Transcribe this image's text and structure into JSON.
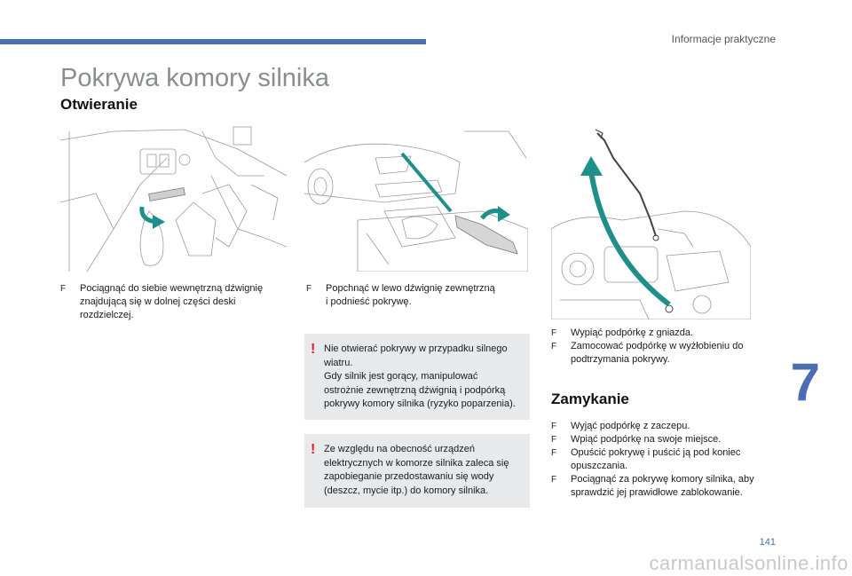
{
  "header": {
    "section": "Informacje praktyczne"
  },
  "page": {
    "title": "Pokrywa komory silnika",
    "number": "141",
    "chapter": "7"
  },
  "opening": {
    "heading": "Otwieranie",
    "step1": {
      "lines": [
        "Pociągnąć do siebie wewnętrzną dźwignię",
        "znajdującą się w dolnej części deski",
        "rozdzielczej."
      ]
    },
    "step2": {
      "lines": [
        "Popchnąć w lewo dźwignię zewnętrzną",
        "i podnieść pokrywę."
      ]
    },
    "step3": {
      "lines": [
        "Wypiąć podpórkę z gniazda."
      ]
    },
    "step4": {
      "lines": [
        "Zamocować podpórkę w wyżłobieniu do",
        "podtrzymania pokrywy."
      ]
    },
    "warning1": {
      "lines": [
        "Nie otwierać pokrywy w przypadku silnego",
        "wiatru.",
        "Gdy silnik jest gorący, manipulować",
        "ostrożnie zewnętrzną dźwignią i podpórką",
        "pokrywy komory silnika (ryzyko poparzenia)."
      ]
    },
    "warning2": {
      "lines": [
        "Ze względu na obecność urządzeń",
        "elektrycznych w komorze silnika zaleca się",
        "zapobieganie przedostawaniu się wody",
        "(deszcz, mycie itp.) do komory silnika."
      ]
    }
  },
  "closing": {
    "heading": "Zamykanie",
    "steps": [
      {
        "lines": [
          "Wyjąć podpórkę z zaczepu."
        ]
      },
      {
        "lines": [
          "Wpiąć podpórkę na swoje miejsce."
        ]
      },
      {
        "lines": [
          "Opuścić pokrywę i puścić ją pod koniec",
          "opuszczania."
        ]
      },
      {
        "lines": [
          "Pociągnąć za pokrywę komory silnika, aby",
          "sprawdzić jej prawidłowe zablokowanie."
        ]
      }
    ]
  },
  "watermark": "carmanualsonline.info",
  "colors": {
    "accent": "#4d6db3",
    "warning": "#e01d24",
    "arrow": "#1f8f8a",
    "box": "#e8e9eb"
  },
  "icons": {
    "bullet": "square-bullet",
    "warning": "exclamation-mark"
  }
}
